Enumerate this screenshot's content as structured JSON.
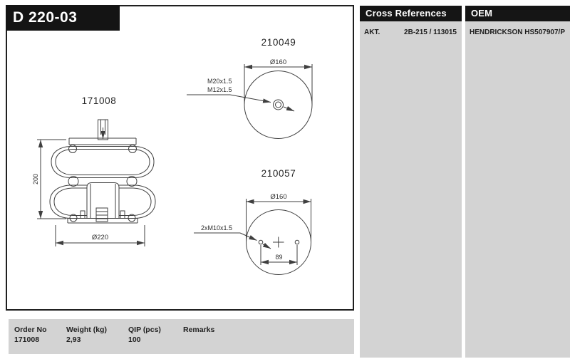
{
  "title": "D 220-03",
  "panels": {
    "cross_references": {
      "header": "Cross References",
      "rows": [
        {
          "label": "AKT.",
          "value": "2B-215 / 113015"
        }
      ]
    },
    "oem": {
      "header": "OEM",
      "rows": [
        {
          "label": "HENDRICKSON",
          "value": "HS507907/P"
        }
      ]
    }
  },
  "drawing": {
    "front_view": {
      "part_number": "171008",
      "height_dim": "200",
      "base_diameter_dim": "Ø220"
    },
    "top_view": {
      "part_number": "210049",
      "diameter_dim": "Ø160",
      "thread_label_1": "M20x1.5",
      "thread_label_2": "M12x1.5"
    },
    "bottom_view": {
      "part_number": "210057",
      "diameter_dim": "Ø160",
      "thread_label": "2xM10x1.5",
      "hole_spacing_dim": "89"
    }
  },
  "order_table": {
    "headers": [
      "Order No",
      "Weight (kg)",
      "QIP (pcs)",
      "Remarks"
    ],
    "rows": [
      [
        "171008",
        "2,93",
        "100",
        ""
      ]
    ]
  },
  "colors": {
    "panel_gray": "#d3d3d3",
    "bar_black": "#151515",
    "line_color": "#3f3f3f"
  }
}
